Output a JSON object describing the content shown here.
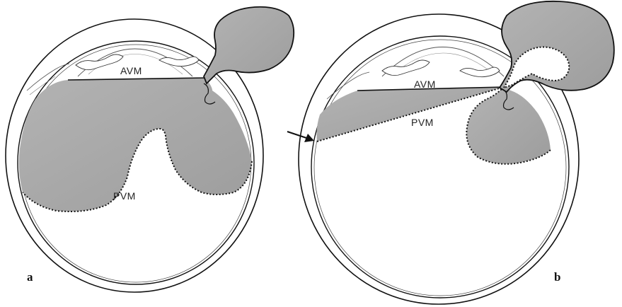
{
  "panel_a": {
    "letter": "a",
    "label_anterior": "AVM",
    "label_posterior": "PVM"
  },
  "panel_b": {
    "letter": "b",
    "label_anterior": "AVM",
    "label_posterior": "PVM"
  },
  "colors": {
    "shade": "#a9a9a9",
    "line": "#111111",
    "background": "#ffffff"
  },
  "icons": [
    "arrow-right-icon"
  ]
}
